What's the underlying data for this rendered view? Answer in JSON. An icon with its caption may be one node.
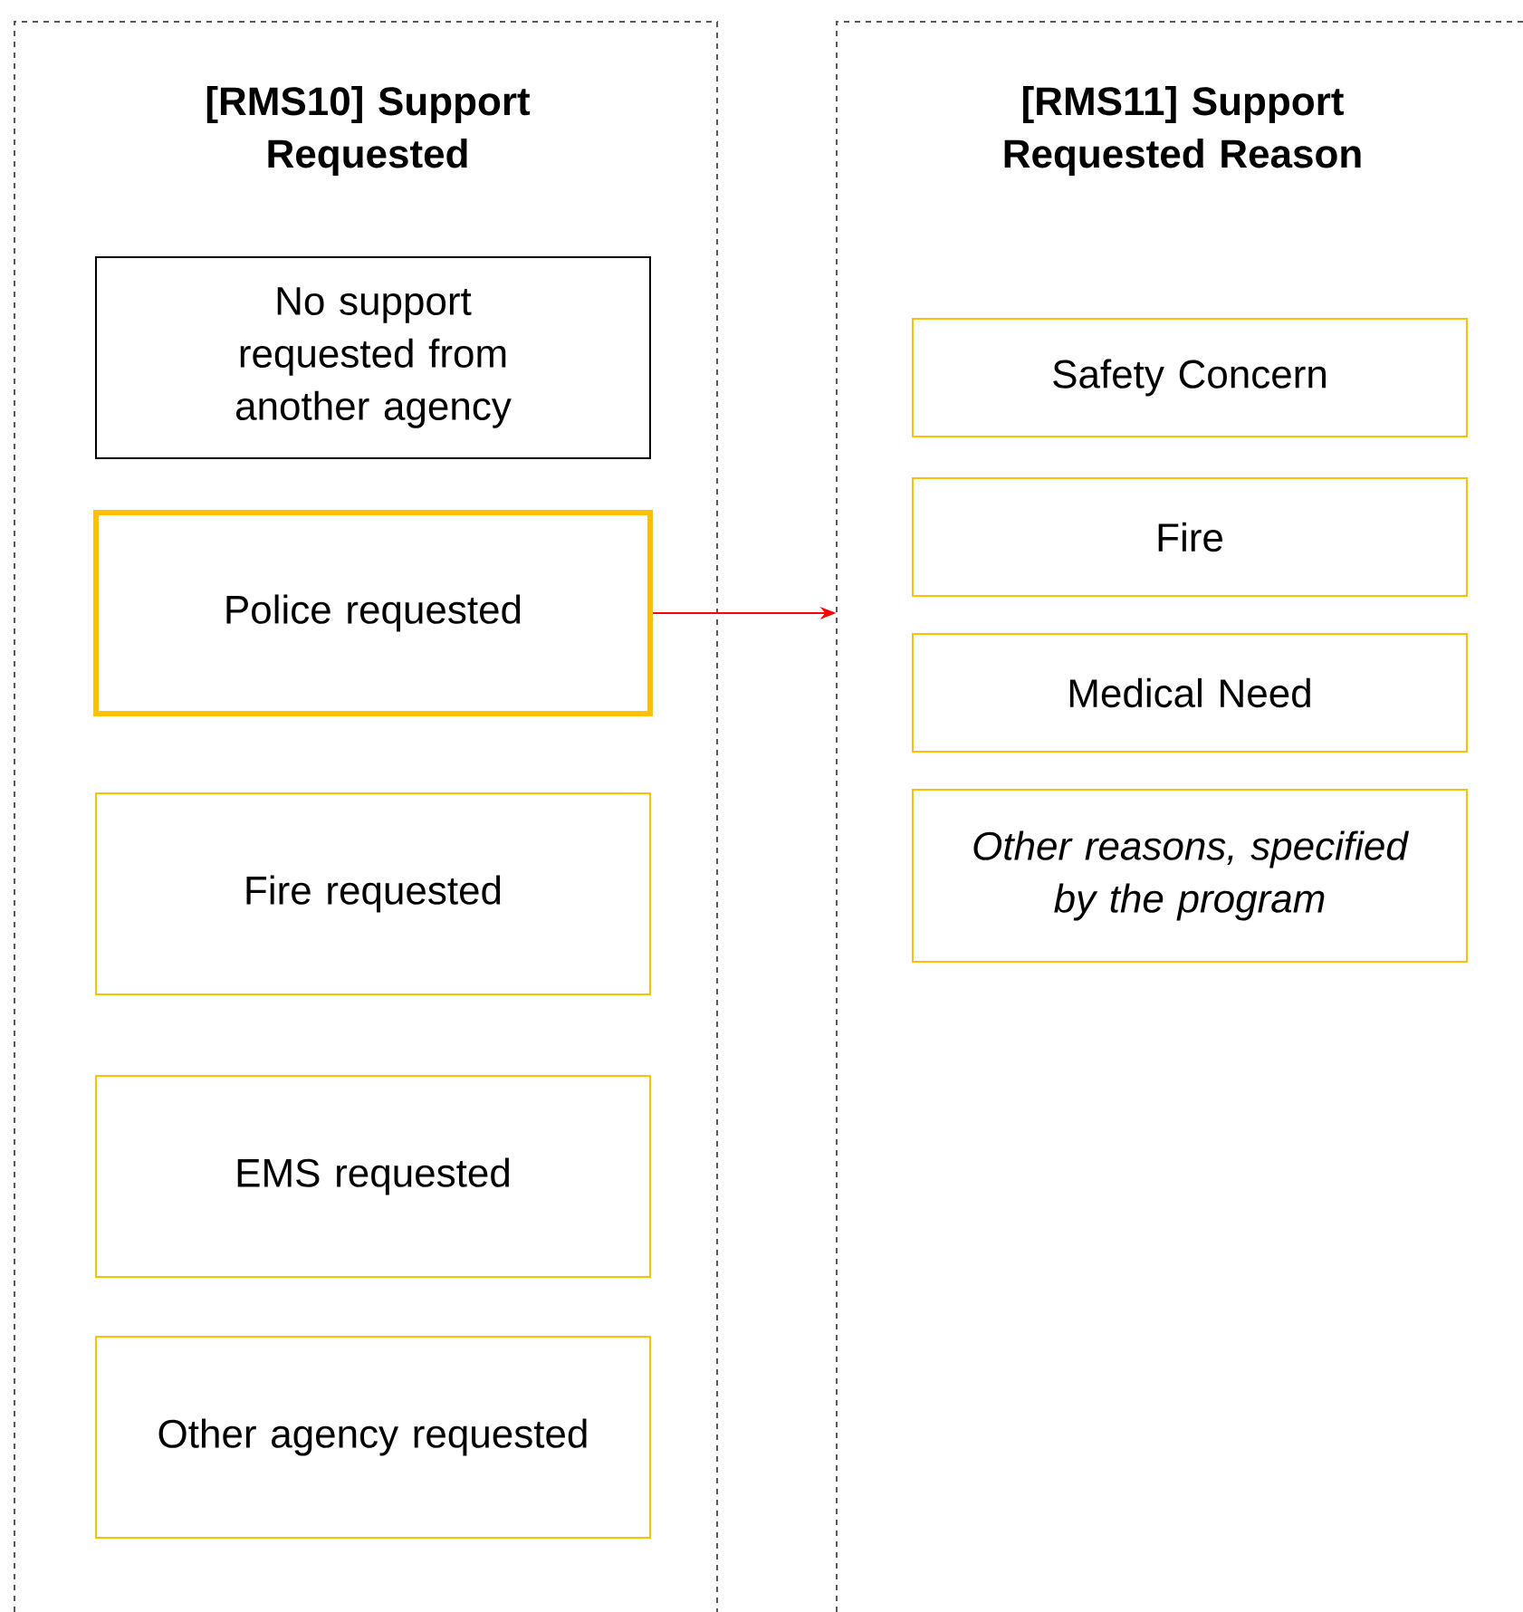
{
  "diagram": {
    "nodes": [
      {
        "text": [
          "[RMS10] Support Requested"
        ]
      },
      {
        "text": [
          "No support requested from another agency"
        ],
        "in": 0
      },
      {
        "text": [
          "Police requested"
        ],
        "in": 0
      },
      {
        "text": [
          "Fire requested"
        ],
        "in": 0
      },
      {
        "text": [
          "EMS requested"
        ],
        "in": 0
      },
      {
        "text": [
          "Other agency requested"
        ],
        "in": 0
      },
      {
        "text": [
          "[RMS11] Support Requested Reason"
        ]
      },
      {
        "text": [
          "Safety Concern"
        ],
        "in": 6
      },
      {
        "text": [
          "Fire"
        ],
        "in": 6
      },
      {
        "text": [
          "Medical Need"
        ],
        "in": 6
      },
      {
        "text": [
          "Other reasons, specified by the program"
        ],
        "in": 6
      }
    ],
    "edges": [
      {
        "from": 2,
        "to": 6,
        "arrow": "to",
        "color": "#ff0000"
      }
    ]
  }
}
